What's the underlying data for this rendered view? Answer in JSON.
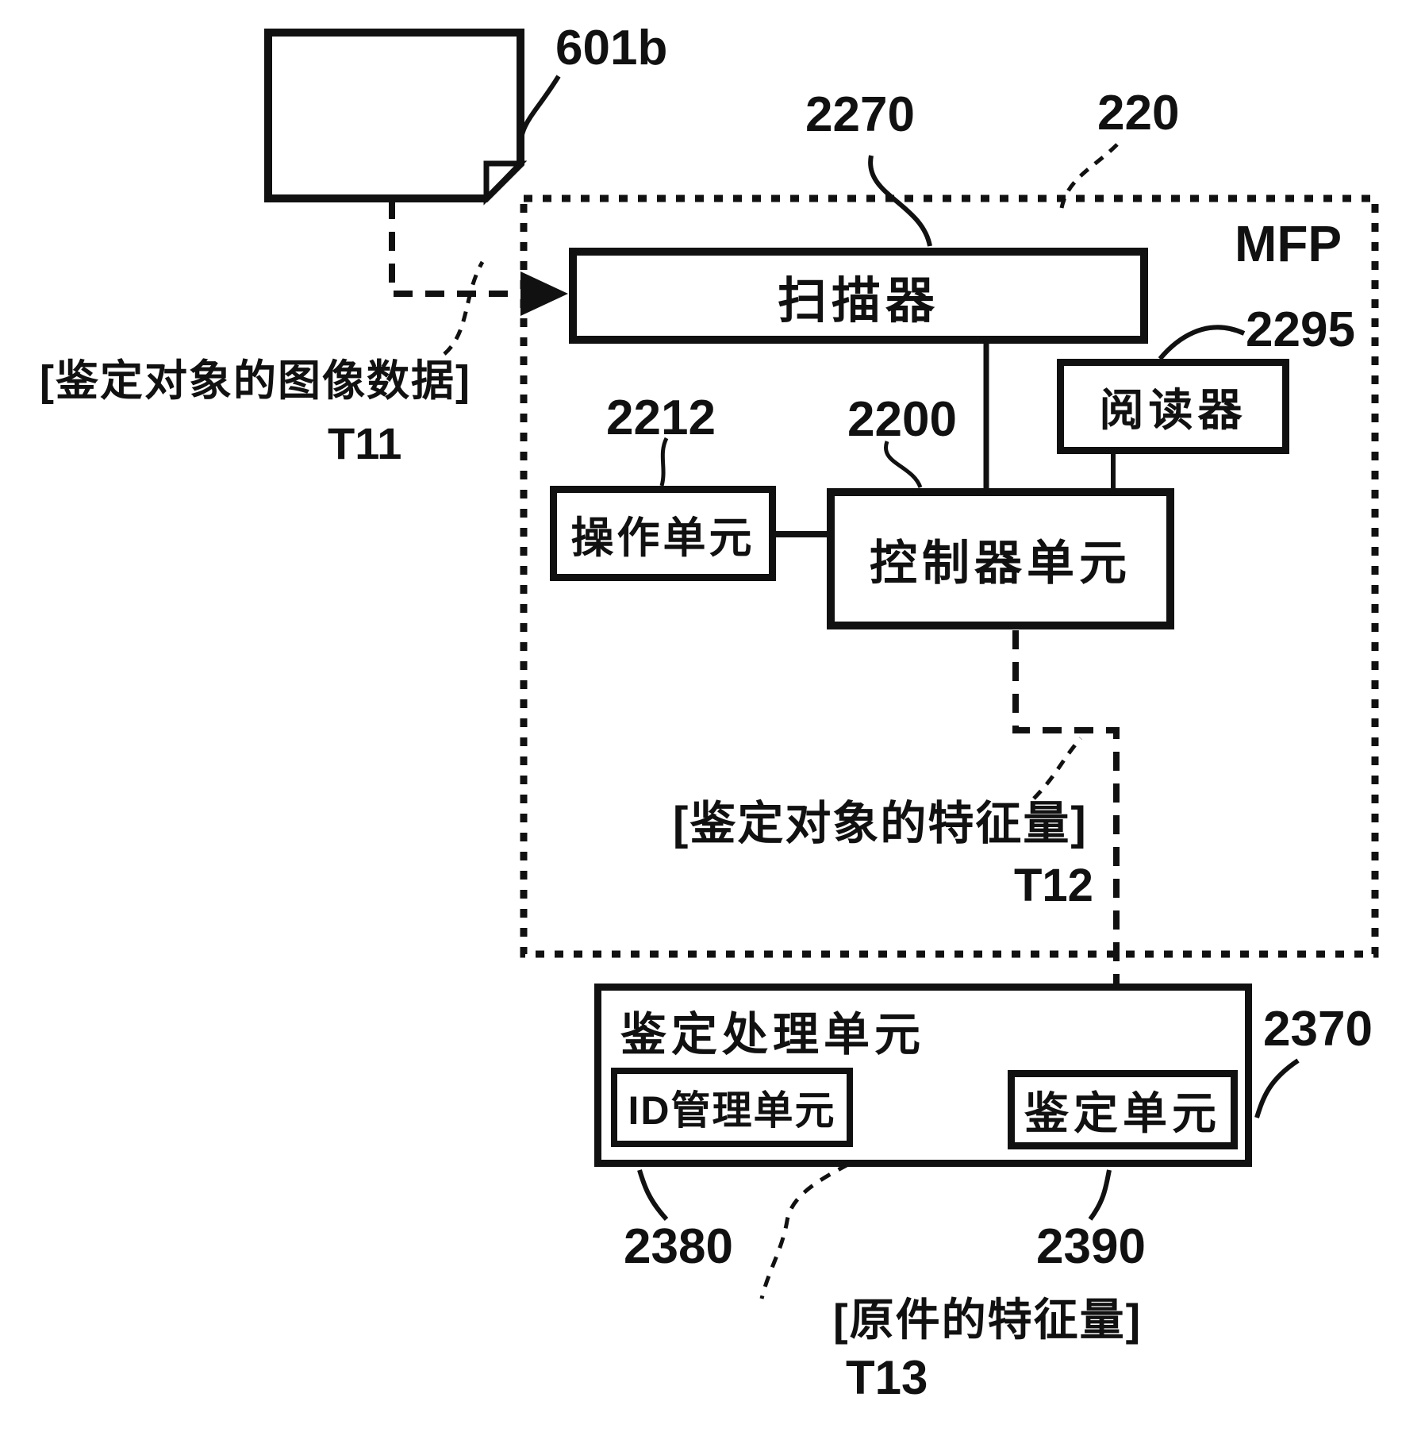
{
  "figure": {
    "document_ref": "601b",
    "image_data_caption": "[鉴定对象的图像数据]",
    "image_data_tag": "T11",
    "mfp": {
      "name": "MFP",
      "ref": "220"
    },
    "scanner": {
      "name": "扫描器",
      "ref": "2270"
    },
    "reader": {
      "name": "阅读器",
      "ref": "2295"
    },
    "operation_unit": {
      "name": "操作单元",
      "ref": "2212"
    },
    "controller_unit": {
      "name": "控制器单元",
      "ref": "2200"
    },
    "feature_caption": "[鉴定对象的特征量]",
    "feature_tag": "T12",
    "identification_processing_unit": {
      "name": "鉴定处理单元",
      "ref": "2370"
    },
    "id_management_unit": {
      "name": "ID管理单元",
      "ref": "2380"
    },
    "identification_unit": {
      "name": "鉴定单元",
      "ref": "2390"
    },
    "original_feature_caption": "[原件的特征量]",
    "original_feature_tag": "T13"
  }
}
